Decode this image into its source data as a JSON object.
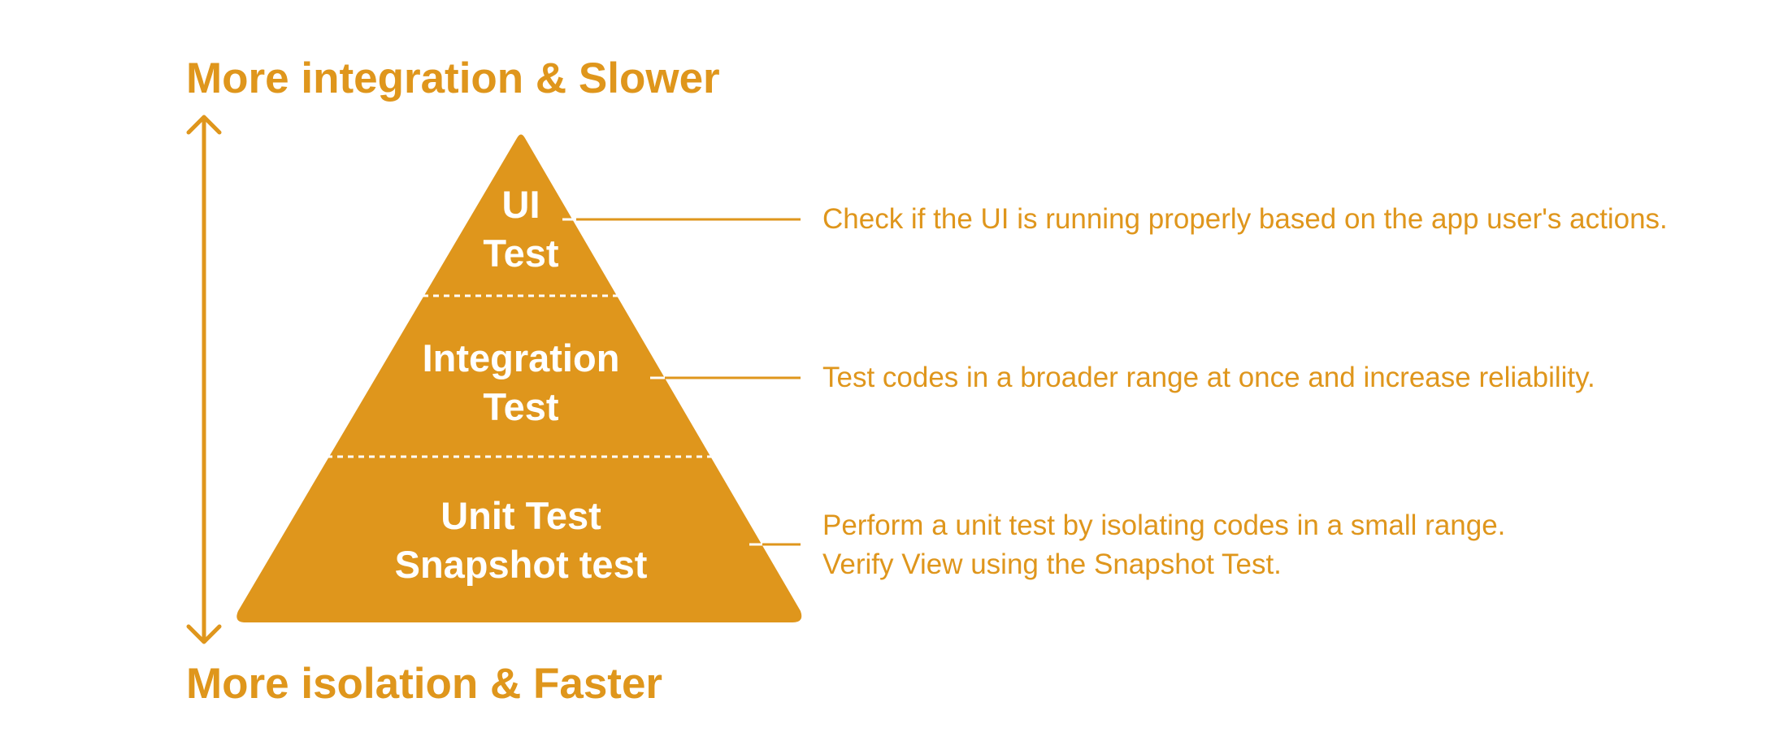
{
  "colors": {
    "accent": "#df961c",
    "on_accent": "#ffffff",
    "background": "#ffffff"
  },
  "axis": {
    "top_label": "More integration & Slower",
    "bottom_label": "More isolation & Faster",
    "arrow_icon": "double-headed-vertical-arrow"
  },
  "pyramid": {
    "levels": [
      {
        "label_lines": [
          "UI",
          "Test"
        ],
        "description_lines": [
          "Check if the UI is running properly based on the app user's actions."
        ]
      },
      {
        "label_lines": [
          "Integration",
          "Test"
        ],
        "description_lines": [
          "Test codes in a broader range at once and increase reliability."
        ]
      },
      {
        "label_lines": [
          "Unit Test",
          "Snapshot test"
        ],
        "description_lines": [
          "Perform a unit test by isolating codes in a small range.",
          "Verify View using the Snapshot Test."
        ]
      }
    ]
  }
}
